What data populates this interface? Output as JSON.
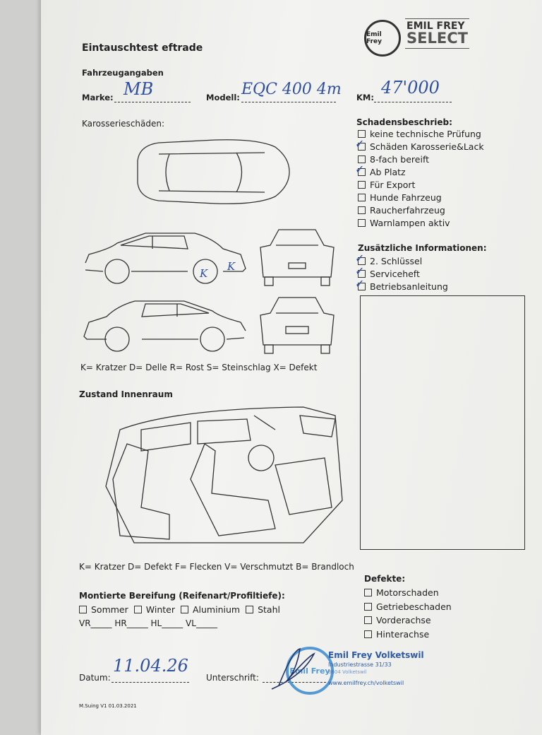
{
  "header": {
    "title": "Eintauschtest eftrade",
    "logo_circle": "Emil Frey",
    "logo_line1": "EMIL FREY",
    "logo_line2": "SELECT"
  },
  "vehicle": {
    "heading": "Fahrzeugangaben",
    "brand_label": "Marke:",
    "brand_value": "MB",
    "model_label": "Modell:",
    "model_value": "EQC 400 4m",
    "km_label": "KM:",
    "km_value": "47'000"
  },
  "body_damage": {
    "heading": "Karosserieschäden:",
    "marks": [
      "K",
      "K"
    ],
    "legend": "K= Kratzer D= Delle R= Rost S= Steinschlag X= Defekt"
  },
  "damage_description": {
    "heading": "Schadensbeschrieb:",
    "items": [
      {
        "label": "keine technische Prüfung",
        "checked": false
      },
      {
        "label": "Schäden Karosserie&Lack",
        "checked": true
      },
      {
        "label": "8-fach bereift",
        "checked": false
      },
      {
        "label": "Ab Platz",
        "checked": true
      },
      {
        "label": "Für Export",
        "checked": false
      },
      {
        "label": "Hunde Fahrzeug",
        "checked": false
      },
      {
        "label": "Raucherfahrzeug",
        "checked": false
      },
      {
        "label": "Warnlampen aktiv",
        "checked": false
      }
    ]
  },
  "additional_info": {
    "heading": "Zusätzliche Informationen:",
    "items": [
      {
        "label": "2. Schlüssel",
        "checked": true
      },
      {
        "label": "Serviceheft",
        "checked": true
      },
      {
        "label": "Betriebsanleitung",
        "checked": true
      }
    ]
  },
  "interior": {
    "heading": "Zustand Innenraum",
    "legend": "K= Kratzer D= Defekt F= Flecken V= Verschmutzt B= Brandloch"
  },
  "tires": {
    "heading": "Montierte Bereifung (Reifenart/Profiltiefe):",
    "options": [
      "Sommer",
      "Winter",
      "Aluminium",
      "Stahl"
    ],
    "positions": "VR_____ HR_____ HL_____ VL_____"
  },
  "defects": {
    "heading": "Defekte:",
    "items": [
      "Motorschaden",
      "Getriebeschaden",
      "Vorderachse",
      "Hinterachse"
    ]
  },
  "footer": {
    "date_label": "Datum:",
    "date_value": "11.04.26",
    "signature_label": "Unterschrift:",
    "stamp_name": "Emil Frey Volketswil",
    "stamp_street": "Industriestrasse 31/33",
    "stamp_city": "8604 Volketswil",
    "stamp_web": "www.emilfrey.ch/volketswil",
    "stamp_logo": "Emil Frey",
    "version": "M.Suing V1 01.03.2021"
  }
}
